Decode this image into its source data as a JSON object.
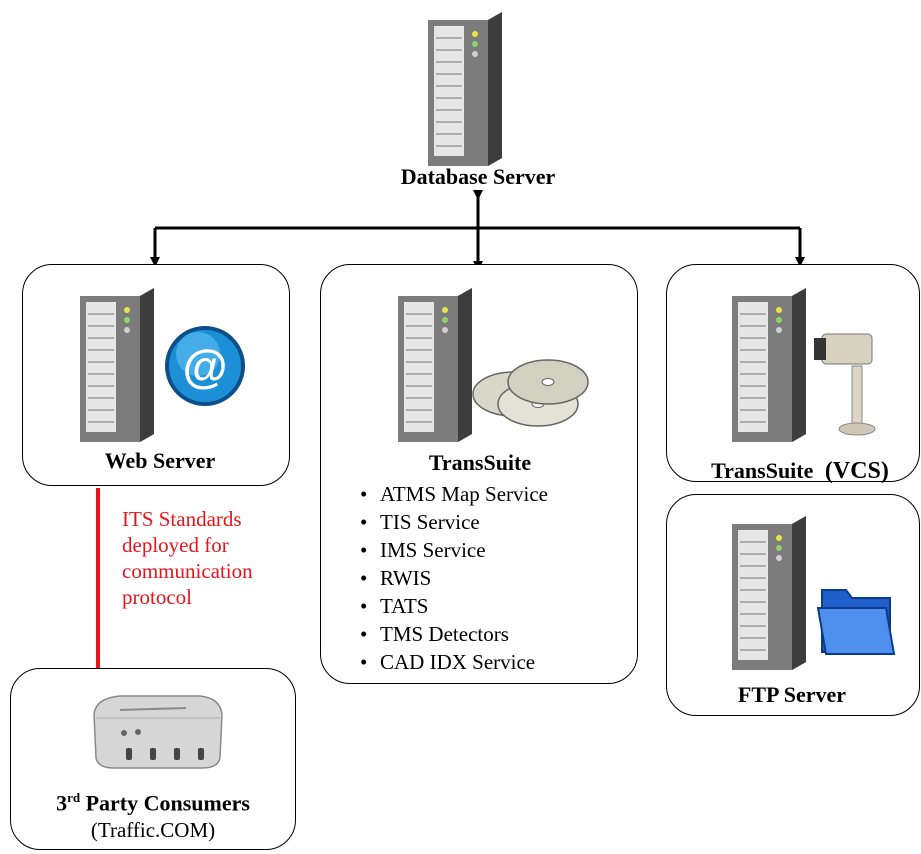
{
  "nodes": {
    "database": {
      "title": "Database Server"
    },
    "web": {
      "title": "Web Server"
    },
    "transsuite": {
      "title": "TransSuite",
      "services": [
        "ATMS Map Service",
        "TIS Service",
        "IMS Service",
        "RWIS",
        "TATS",
        "TMS Detectors",
        "CAD IDX Service"
      ]
    },
    "vcs": {
      "title": "TransSuite",
      "suffix": "(VCS)"
    },
    "ftp": {
      "title": "FTP Server"
    },
    "consumers": {
      "title_sup": "rd",
      "title_prefix": "3",
      "title_rest": " Party Consumers",
      "subtitle": "(Traffic.COM)"
    }
  },
  "its_note": [
    "ITS Standards",
    "deployed for",
    "communication",
    "protocol"
  ],
  "colors": {
    "connector": "#000000",
    "its_link": "#e8141b",
    "box_border": "#000000"
  },
  "icons": {
    "database": "server-tower-icon",
    "web": "server-with-at-globe-icon",
    "transsuite": "server-with-discs-icon",
    "vcs": "server-with-camera-icon",
    "ftp": "server-with-folder-icon",
    "consumers": "network-device-icon"
  }
}
